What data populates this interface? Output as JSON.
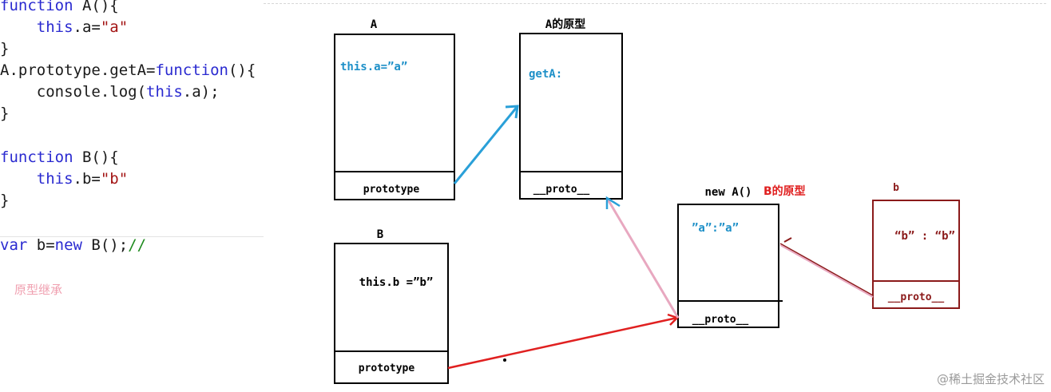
{
  "code": {
    "line1": {
      "kw": "function",
      "rest": " A(){"
    },
    "line2": {
      "indent": "    ",
      "kw": "this",
      "mid": ".a=",
      "str": "\"a\""
    },
    "line3": "}",
    "line4": {
      "pre": "A.prototype.getA=",
      "kw": "function",
      "rest": "(){"
    },
    "line5": {
      "pre": "    console.log(",
      "kw": "this",
      "rest": ".a);"
    },
    "line6": "}",
    "line7": {
      "kw": "function",
      "rest": " B(){"
    },
    "line8": {
      "indent": "    ",
      "kw": "this",
      "mid": ".b=",
      "str": "\"b\""
    },
    "line9": "}",
    "line10": {
      "kw": "var",
      "mid": " b=",
      "kw2": "new",
      "rest": " B();",
      "cmt": "//"
    }
  },
  "caption": "原型继承",
  "boxes": {
    "a": {
      "title": "A",
      "content": "this.a=”a”",
      "footer": "prototype"
    },
    "a_proto": {
      "title": "A的原型",
      "content": "getA:",
      "footer": "__proto__"
    },
    "b": {
      "title": "B",
      "content": "this.b =”b”",
      "footer": "prototype"
    },
    "new_a": {
      "title": "new A()",
      "title_red": "B的原型",
      "content": "”a”:”a”",
      "footer": "__proto__"
    },
    "b_inst": {
      "title": "b",
      "content": "“b” : “b”",
      "footer": "__proto__"
    }
  },
  "colors": {
    "keyword": "#2a2ad0",
    "string": "#a31515",
    "comment": "#1e8a1e",
    "box_content": "#1e90c8",
    "arrow_blue": "#2aa0d8",
    "arrow_red": "#e02020",
    "arrow_pink": "#e8a8c0",
    "b_box": "#8b1a1a",
    "label_red": "#e02020"
  },
  "watermark": "@稀土掘金技术社区"
}
